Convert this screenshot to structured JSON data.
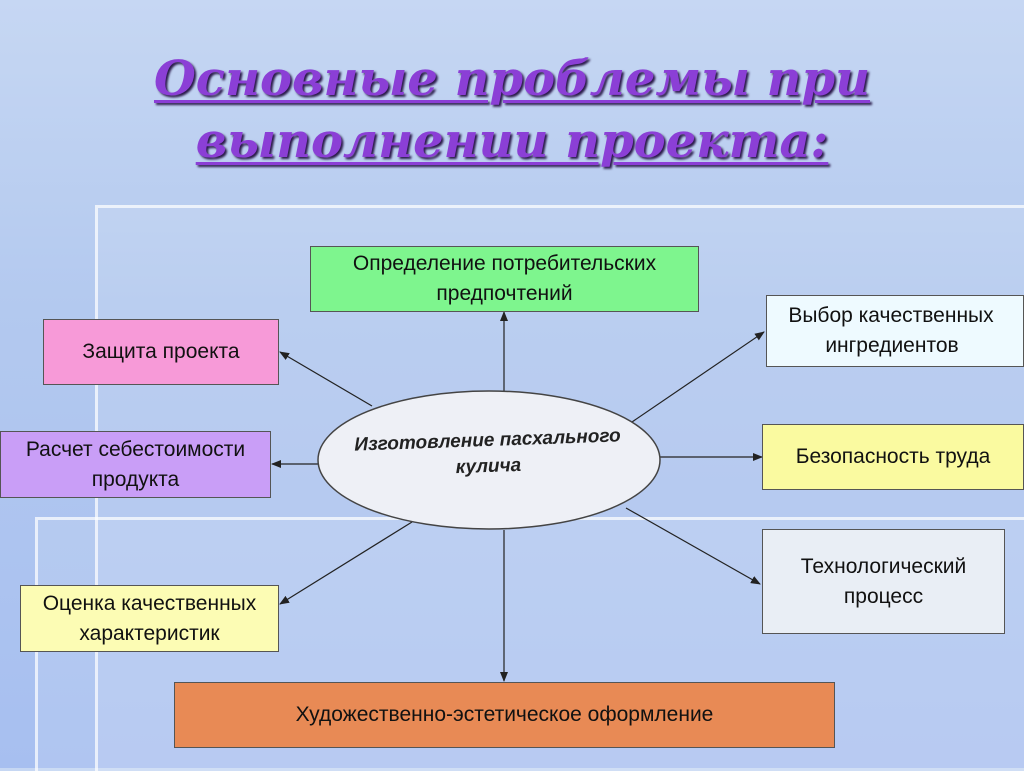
{
  "title": {
    "line1": "Основные проблемы при",
    "line2": "выполнении проекта:"
  },
  "center": {
    "line1": "Изготовление пасхального",
    "line2": "кулича"
  },
  "nodes": {
    "consumer_prefs": {
      "line1": "Определение потребительских",
      "line2": "предпочтений",
      "color": "#7ef58e"
    },
    "ingredients": {
      "line1": "Выбор качественных",
      "line2": "ингредиентов",
      "color": "#eefaff"
    },
    "safety": {
      "line1": "Безопасность труда",
      "color": "#fafaa0"
    },
    "tech_process": {
      "line1": "Технологический",
      "line2": "процесс",
      "color": "#e9eef5"
    },
    "artistic": {
      "line1": "Художественно-эстетическое оформление",
      "color": "#e88a55"
    },
    "quality": {
      "line1": "Оценка качественных",
      "line2": "характеристик",
      "color": "#fcfcb4"
    },
    "cost": {
      "line1": "Расчет себестоимости",
      "line2": "продукта",
      "color": "#c99ef7"
    },
    "defense": {
      "line1": "Защита проекта",
      "color": "#f79ad8"
    }
  }
}
